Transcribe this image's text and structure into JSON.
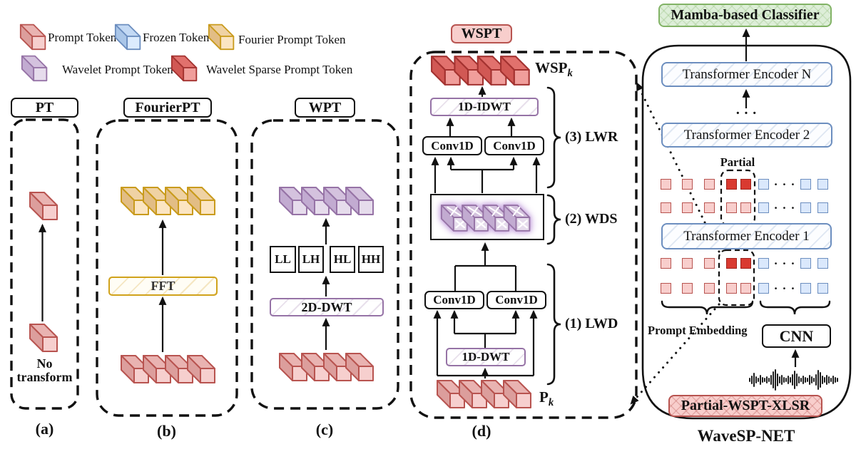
{
  "legend": {
    "row1": [
      {
        "label": "Prompt Token",
        "token": "prompt"
      },
      {
        "label": "Frozen Token",
        "token": "frozen"
      },
      {
        "label": "Fourier Prompt Token",
        "token": "fourier"
      }
    ],
    "row2": [
      {
        "label": "Wavelet Prompt Token",
        "token": "wavelet"
      },
      {
        "label": "Wavelet Sparse Prompt Token",
        "token": "wavelet-sparse"
      }
    ]
  },
  "panel_a": {
    "title": "PT",
    "note_line1": "No",
    "note_line2": "transform",
    "label": "(a)"
  },
  "panel_b": {
    "title": "FourierPT",
    "fft": "FFT",
    "label": "(b)"
  },
  "panel_c": {
    "title": "WPT",
    "subband_ll": "LL",
    "subband_lh": "LH",
    "subband_hl": "HL",
    "subband_hh": "HH",
    "dwt": "2D-DWT",
    "label": "(c)"
  },
  "panel_d": {
    "title": "WSPT",
    "output_token_label": "WSP",
    "output_token_sub": "k",
    "idwt": "1D-IDWT",
    "conv1d": "Conv1D",
    "dwt": "1D-DWT",
    "input_token_label": "P",
    "input_token_sub": "k",
    "stage_lwr": "(3) LWR",
    "stage_wds": "(2) WDS",
    "stage_lwd": "(1) LWD",
    "label": "(d)"
  },
  "right_panel": {
    "classifier": "Mamba-based Classifier",
    "encoder_n": "Transformer Encoder N",
    "encoder_2": "Transformer Encoder 2",
    "encoder_1": "Transformer Encoder 1",
    "dots": "· · ·",
    "partial": "Partial",
    "prompt_embedding": "Prompt Embedding",
    "cnn": "CNN",
    "backbone": "Partial-WSPT-XLSR",
    "net_title": "WaveSP-NET",
    "token_rows": {
      "above_enc1_row1": [
        "p",
        "p",
        "p",
        "r",
        "r",
        "b",
        "d",
        "b",
        "b"
      ],
      "above_enc1_row2": [
        "p",
        "p",
        "p",
        "p",
        "p",
        "b",
        "d",
        "b",
        "b"
      ],
      "below_enc1_row1": [
        "p",
        "p",
        "p",
        "r",
        "r",
        "b",
        "d",
        "b",
        "b"
      ],
      "below_enc1_row2": [
        "p",
        "p",
        "p",
        "p",
        "p",
        "b",
        "d",
        "b",
        "b"
      ]
    }
  },
  "colors": {
    "prompt_stroke": "#b85450",
    "prompt_fill": "#f8cecc",
    "frozen_stroke": "#6c8ebf",
    "frozen_fill": "#dae8fc",
    "fourier_stroke": "#c99b1d",
    "fourier_fill": "#fbe5c2",
    "wavelet_stroke": "#9673a6",
    "wavelet_fill": "#e1d5e7",
    "sparse_stroke": "#a33230",
    "sparse_fill": "#f09e9b",
    "classifier_stroke": "#82b366",
    "classifier_fill": "#d5e8d4"
  }
}
